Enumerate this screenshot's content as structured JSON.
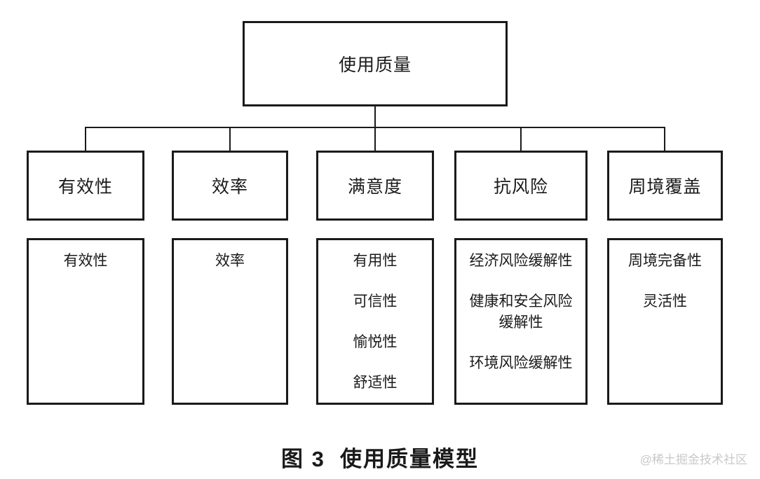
{
  "figure": {
    "root": {
      "label": "使用质量"
    },
    "columns": [
      {
        "category": "有效性",
        "items": [
          "有效性"
        ]
      },
      {
        "category": "效率",
        "items": [
          "效率"
        ]
      },
      {
        "category": "满意度",
        "items": [
          "有用性",
          "可信性",
          "愉悦性",
          "舒适性"
        ]
      },
      {
        "category": "抗风险",
        "items": [
          "经济风险缓解性",
          "健康和安全风险\n缓解性",
          "环境风险缓解性"
        ]
      },
      {
        "category": "周境覆盖",
        "items": [
          "周境完备性",
          "灵活性"
        ]
      }
    ],
    "caption": "图 3  使用质量模型",
    "watermark": "@稀土掘金技术社区",
    "colors": {
      "line": "#1a1a1a",
      "background": "#ffffff",
      "watermark": "#c9c9c9"
    }
  }
}
